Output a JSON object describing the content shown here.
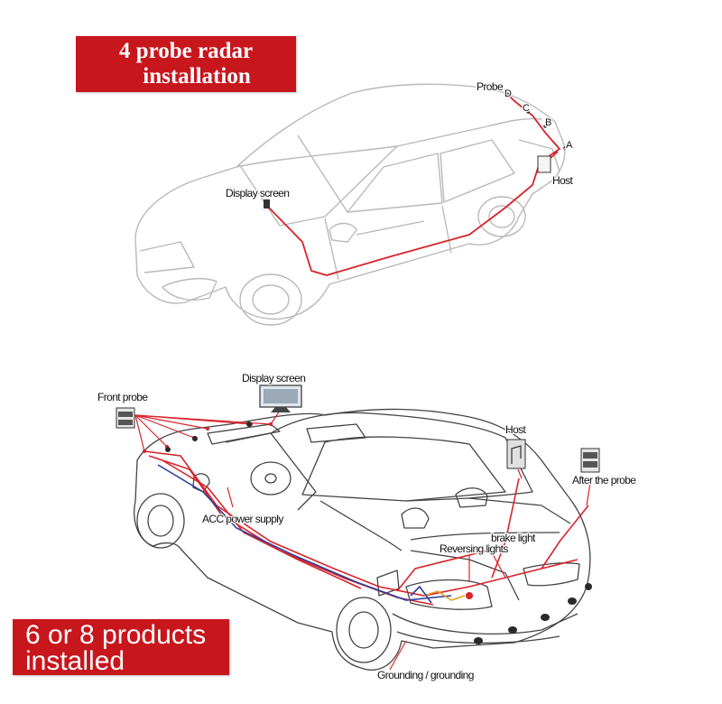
{
  "banner_top": {
    "line1": "4 probe radar",
    "line2": "installation"
  },
  "banner_bottom": {
    "line1": "6 or 8 products",
    "line2": "installed"
  },
  "top_diagram": {
    "labels": {
      "probe": "Probe",
      "host": "Host",
      "display_screen": "Display screen",
      "sensor_a": "A",
      "sensor_b": "B",
      "sensor_c": "C",
      "sensor_d": "D"
    }
  },
  "bottom_diagram": {
    "labels": {
      "front_probe": "Front probe",
      "display_screen": "Display screen",
      "host": "Host",
      "after_the_probe": "After the probe",
      "acc_power_supply": "ACC power supply",
      "brake_light": "brake light",
      "reversing_lights": "Reversing lights",
      "grounding": "Grounding / grounding"
    }
  },
  "colors": {
    "banner": "#c8161d",
    "wire": "#d8242a",
    "wire_blue": "#2b3f9e",
    "car_outline": "#b9b9b9"
  }
}
